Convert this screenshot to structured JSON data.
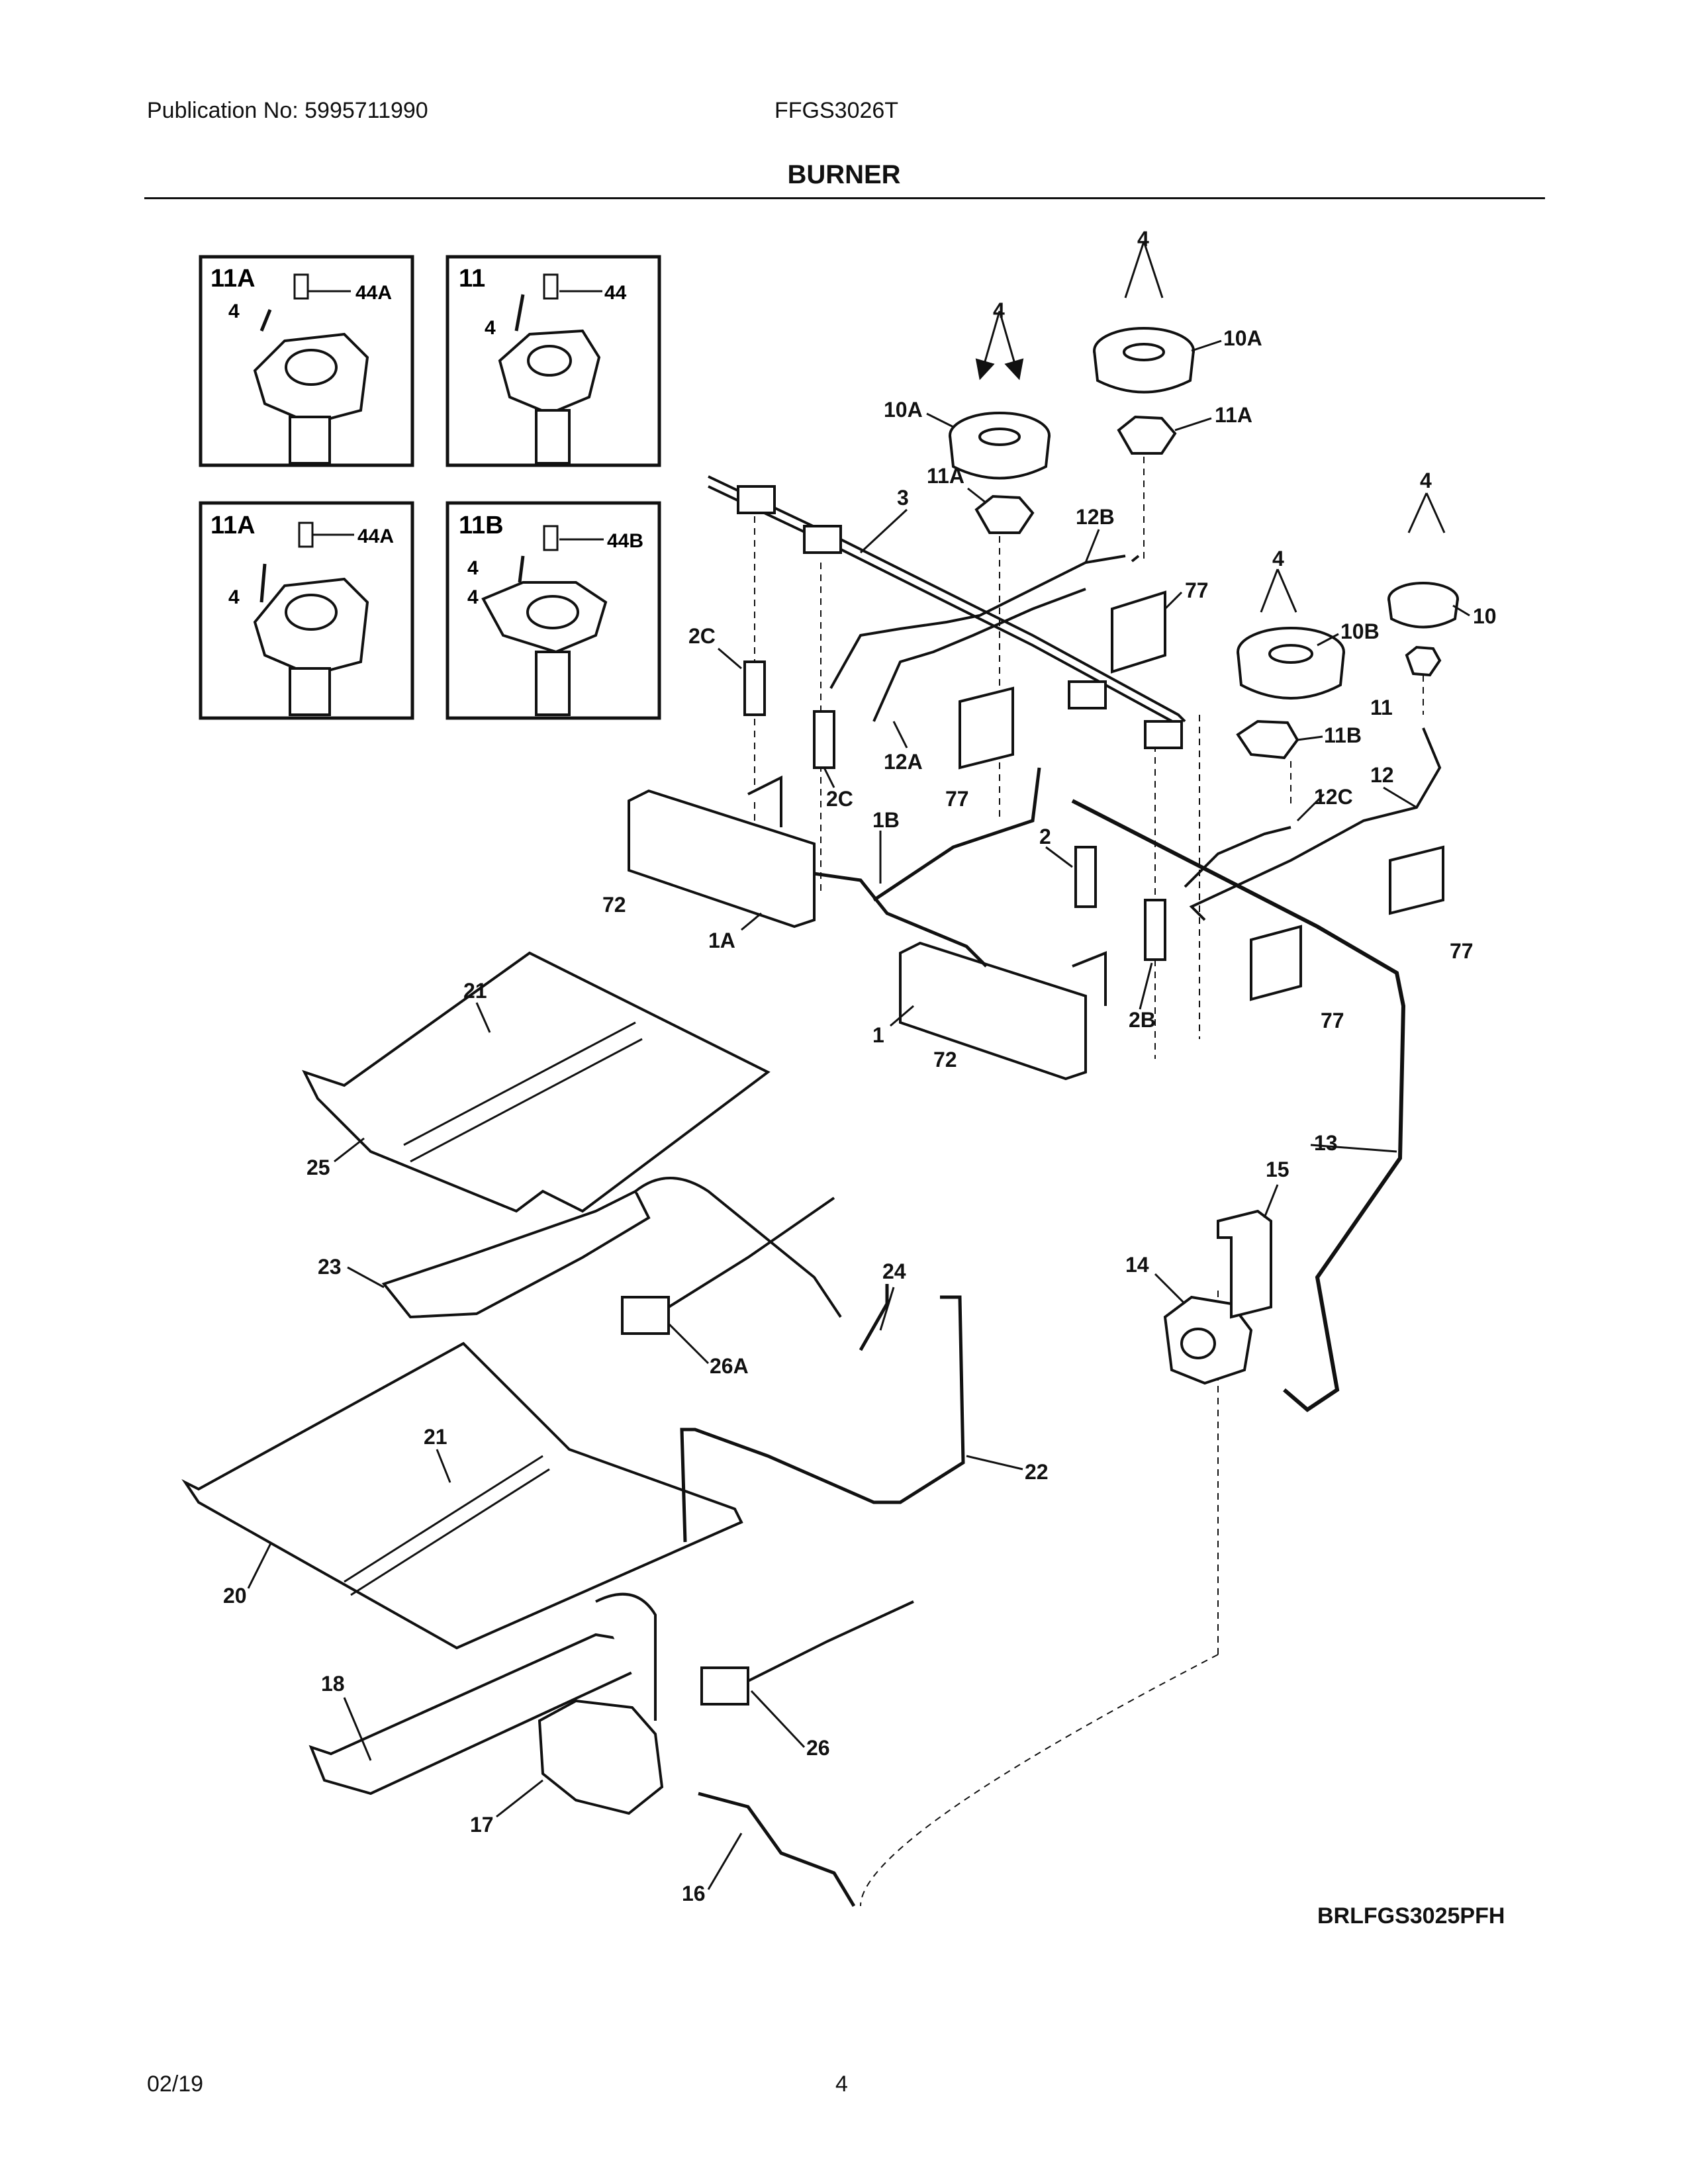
{
  "header": {
    "publication": "Publication No: 5995711990",
    "model": "FFGS3026T",
    "title": "BURNER"
  },
  "diagram": {
    "code": "BRLFGS3025PFH",
    "inset_boxes": {
      "box1": {
        "title": "11A",
        "labels": [
          "44A",
          "4"
        ]
      },
      "box2": {
        "title": "11",
        "labels": [
          "44",
          "4"
        ]
      },
      "box3": {
        "title": "11A",
        "labels": [
          "44A",
          "4"
        ]
      },
      "box4": {
        "title": "11B",
        "labels": [
          "44B",
          "4",
          "4"
        ]
      }
    },
    "callouts": {
      "c4a": "4",
      "c4b": "4",
      "c4c": "4",
      "c4d": "4",
      "c10A1": "10A",
      "c10A2": "10A",
      "c11A1": "11A",
      "c11A2": "11A",
      "c10": "10",
      "c10B": "10B",
      "c11": "11",
      "c11B": "11B",
      "c3": "3",
      "c12B": "12B",
      "c77a": "77",
      "c77b": "77",
      "c77c": "77",
      "c77d": "77",
      "c2C1": "2C",
      "c2C2": "2C",
      "c12A": "12A",
      "c1B": "1B",
      "c2": "2",
      "c2B": "2B",
      "c12C": "12C",
      "c12": "12",
      "c72a": "72",
      "c72b": "72",
      "c1A": "1A",
      "c1": "1",
      "c21a": "21",
      "c21b": "21",
      "c25": "25",
      "c23": "23",
      "c24": "24",
      "c26A": "26A",
      "c22": "22",
      "c13": "13",
      "c15": "15",
      "c14": "14",
      "c20": "20",
      "c18": "18",
      "c17": "17",
      "c26": "26",
      "c16": "16"
    }
  },
  "footer": {
    "date": "02/19",
    "page": "4"
  }
}
